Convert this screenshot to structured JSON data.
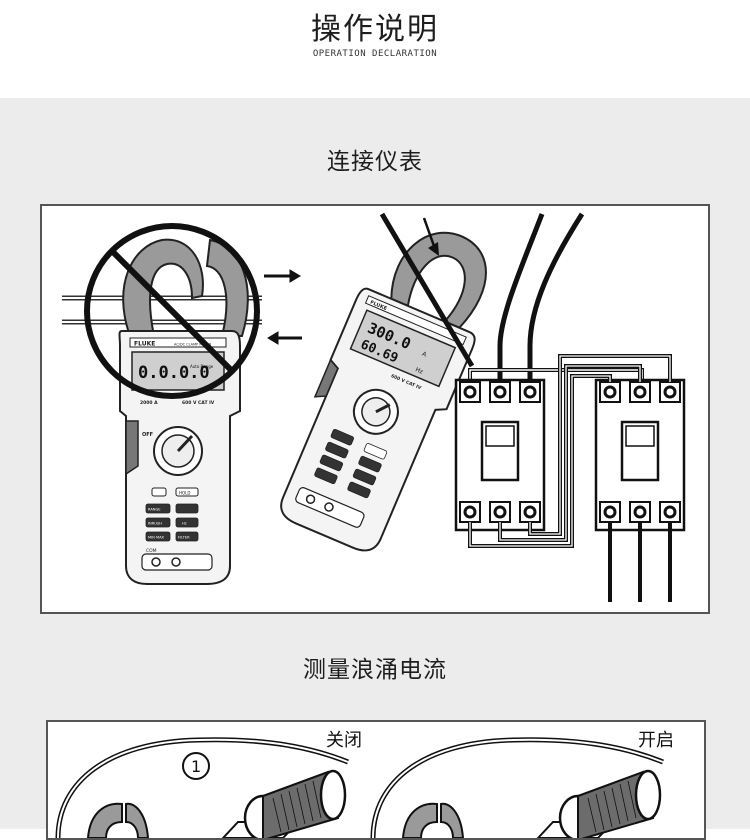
{
  "header": {
    "title": "操作说明",
    "subtitle": "OPERATION DECLARATION"
  },
  "sections": [
    {
      "title": "连接仪表",
      "meter_left": {
        "brand": "FLUKE",
        "model": "AC/DC CLAMP METER",
        "display": "0.0.0.0",
        "range_label": "Auto Range",
        "rating_left": "2000 A",
        "rating_right": "600 V CAT IV",
        "true_rms": "TRUE RMS",
        "off_label": "OFF",
        "hold_label": "HOLD",
        "com_label": "COM",
        "buttons": [
          "RANGE",
          "INRUSH",
          "MIN MAX",
          "Hz",
          "FILTER"
        ]
      },
      "meter_right": {
        "display_top": "300.0",
        "display_bottom": "60.69",
        "unit_top": "A",
        "unit_bottom": "Hz",
        "rating": "600 V CAT IV",
        "brand": "FLUKE"
      }
    },
    {
      "title": "测量浪涌电流",
      "label_left": "关闭",
      "label_right": "开启",
      "step_number": "1"
    }
  ]
}
